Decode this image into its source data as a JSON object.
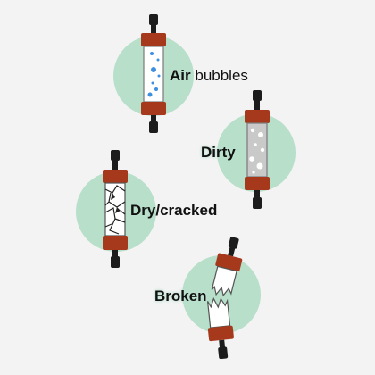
{
  "labels": {
    "air_bubbles": {
      "bold": "Air",
      "rest": "bubbles"
    },
    "dirty": "Dirty",
    "dry_cracked": "Dry/cracked",
    "broken": "Broken"
  },
  "colors": {
    "background": "#f3f3f3",
    "circle": "#b7dfca",
    "end_cap": "#a6381c",
    "fitting": "#1c1c1c",
    "tube": "#ffffff",
    "bubble": "#3d8fdf",
    "dirt": "#c9c9c9"
  },
  "icons": [
    "column-air-bubbles-icon",
    "column-dirty-icon",
    "column-dry-cracked-icon",
    "column-broken-icon"
  ]
}
